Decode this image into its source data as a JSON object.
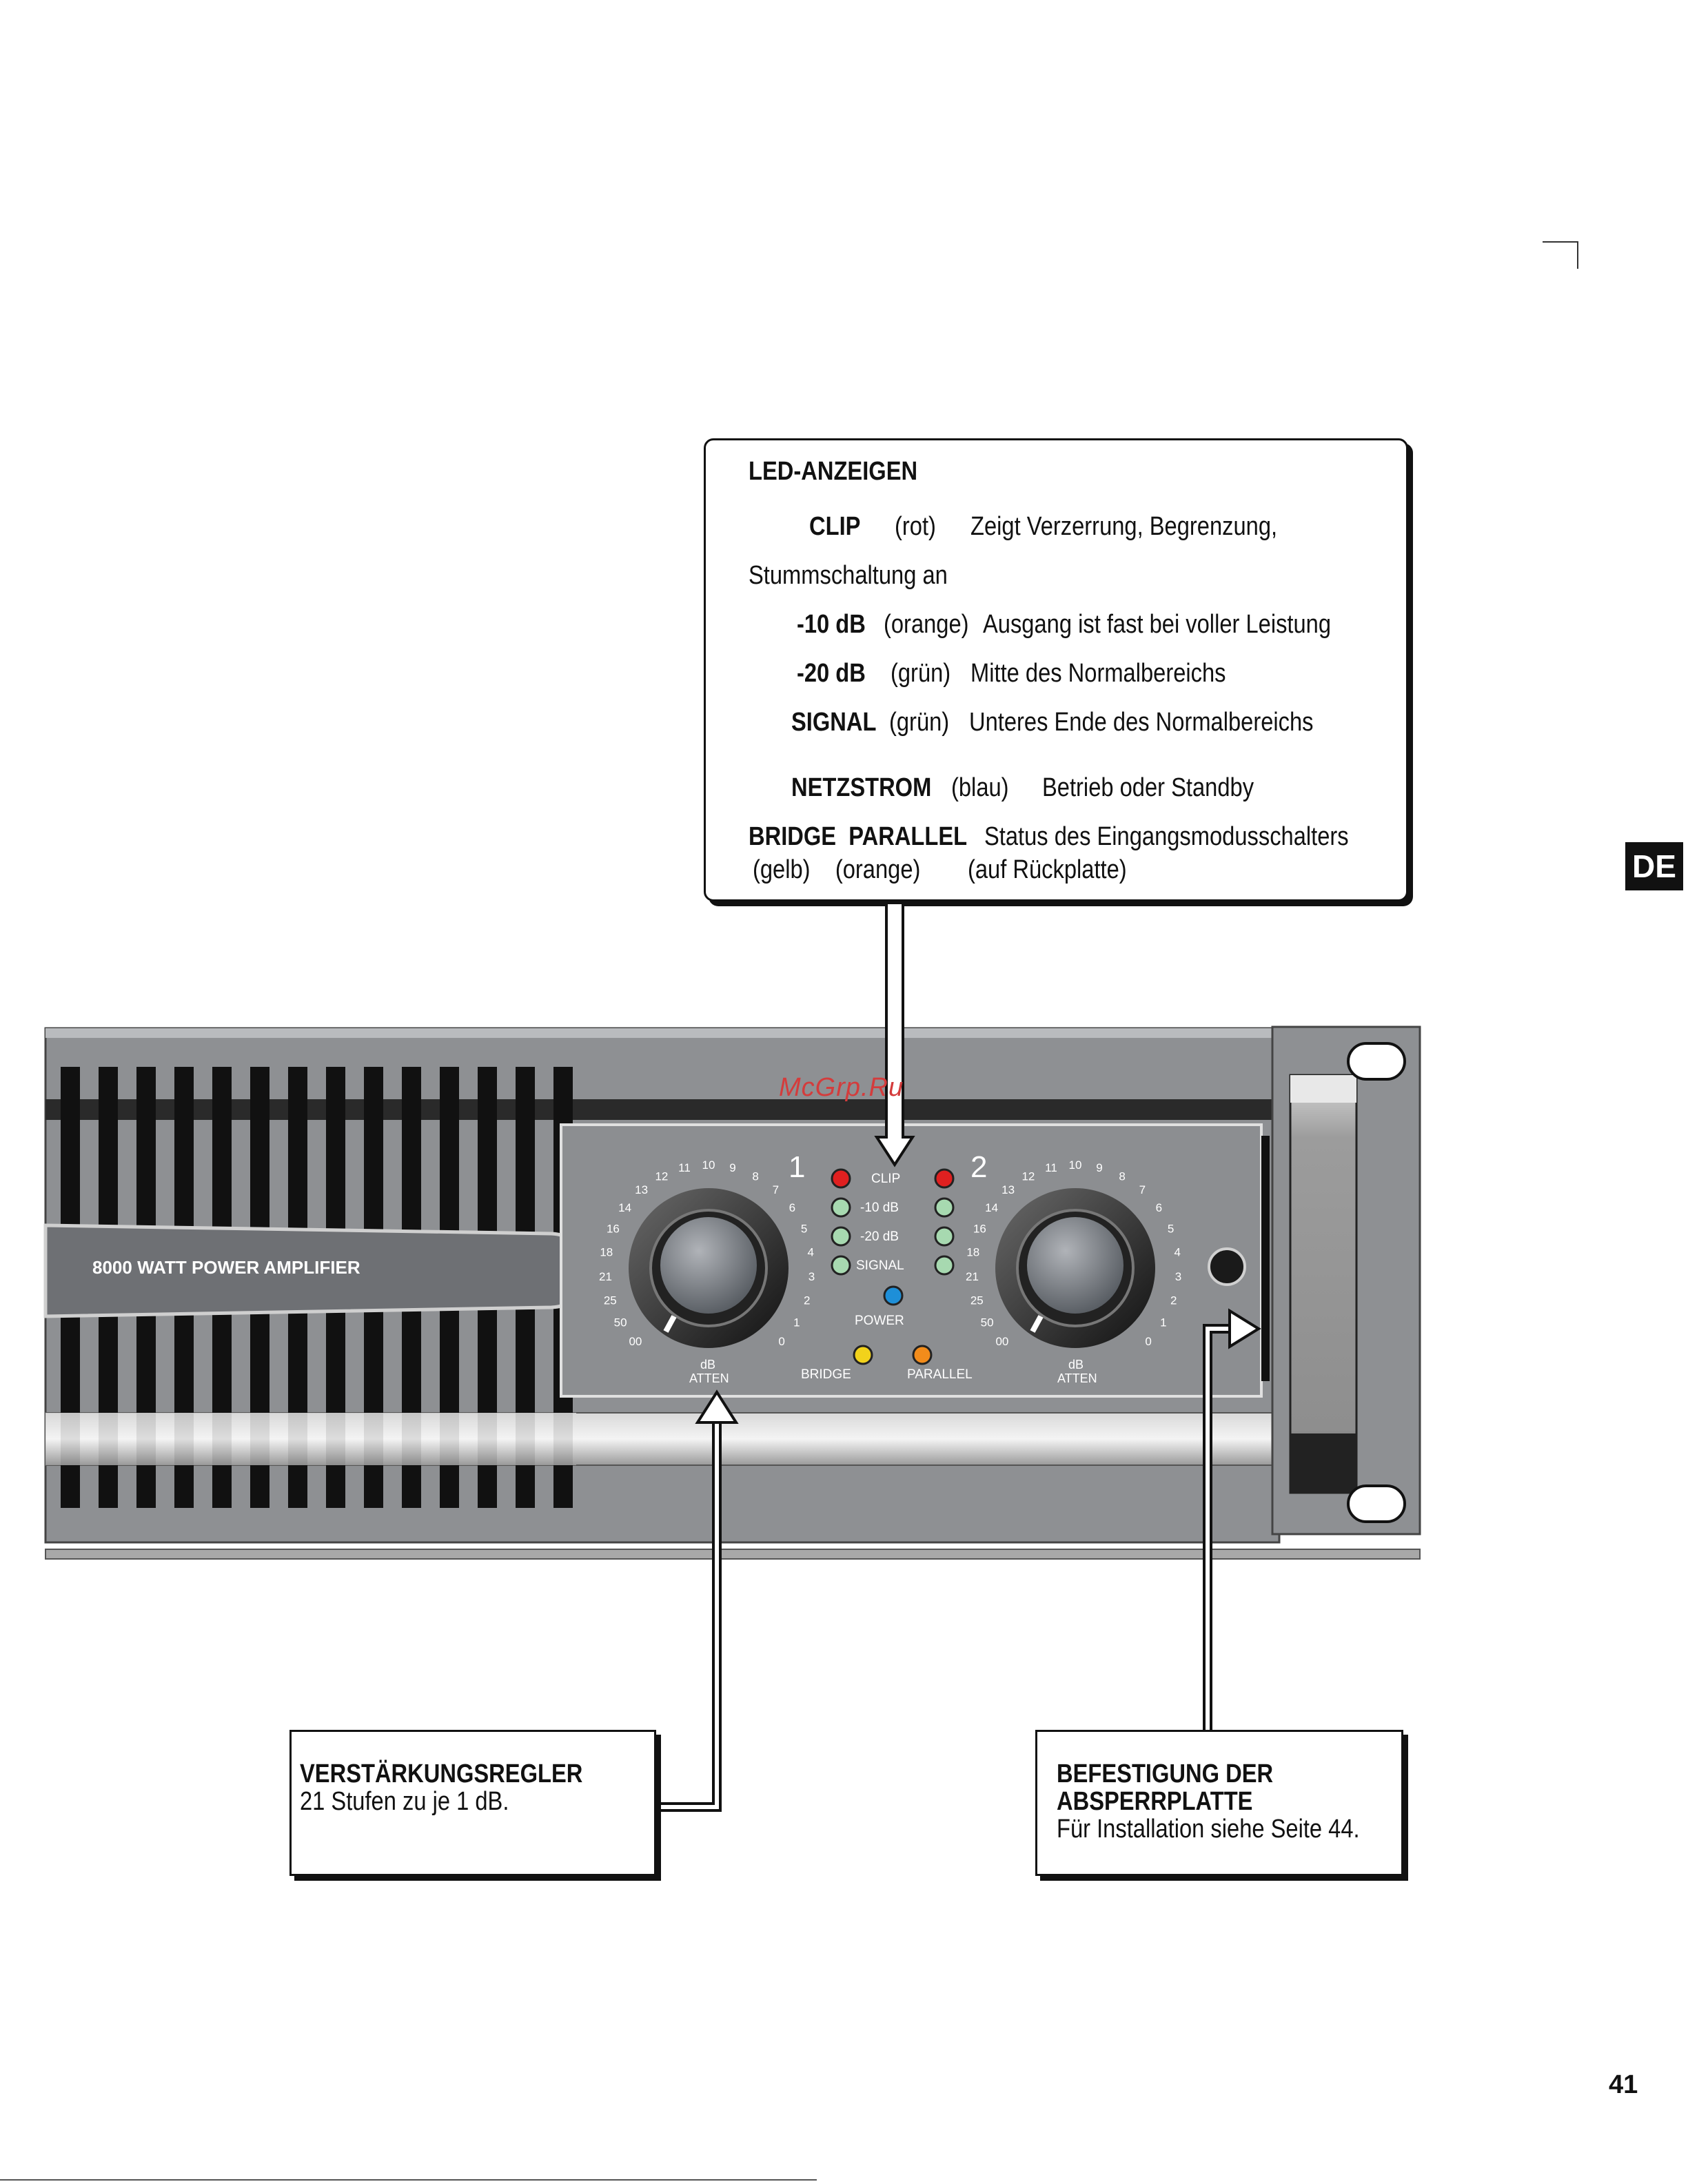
{
  "led_callout": {
    "title": "LED-ANZEIGEN",
    "rows": [
      {
        "key": "CLIP",
        "color": "(rot)",
        "desc": "Zeigt Verzerrung, Begrenzung,"
      },
      {
        "continuation": "Stummschaltung an"
      },
      {
        "key": "-10 dB",
        "color": "(orange)",
        "desc": "Ausgang ist fast bei voller Leistung"
      },
      {
        "key": "-20 dB",
        "color": "(grün)",
        "desc": "Mitte des Normalbereichs"
      },
      {
        "key": "SIGNAL",
        "color": "(grün)",
        "desc": "Unteres Ende des Normalbereichs"
      },
      {
        "key": "NETZSTROM",
        "color": "(blau)",
        "desc": "Betrieb oder Standby"
      }
    ],
    "bridge_parallel": {
      "keys": "BRIDGE  PARALLEL",
      "desc": "Status des Eingangsmodusschalters",
      "colors": "(gelb)    (orange)",
      "note": "(auf Rückplatte)"
    }
  },
  "gain_callout": {
    "title": "VERSTÄRKUNGSREGLER",
    "text": "21 Stufen zu je 1 dB."
  },
  "plate_callout": {
    "title_line1": "BEFESTIGUNG DER",
    "title_line2": "ABSPERRPLATTE",
    "text": "Für Installation siehe Seite 44."
  },
  "amplifier": {
    "model_label": "8000 WATT POWER AMPLIFIER",
    "channel_1": "1",
    "channel_2": "2",
    "led_labels": [
      "CLIP",
      "-10 dB",
      "-20 dB",
      "SIGNAL"
    ],
    "power_label": "POWER",
    "bridge_label": "BRIDGE",
    "parallel_label": "PARALLEL",
    "knob_scale": [
      "00",
      "50",
      "25",
      "21",
      "18",
      "16",
      "14",
      "13",
      "12",
      "11",
      "10",
      "9",
      "8",
      "7",
      "6",
      "5",
      "4",
      "3",
      "2",
      "1",
      "0"
    ],
    "knob_label_1": "dB",
    "knob_label_2": "ATTEN",
    "colors": {
      "clip": "#e02020",
      "green": "#3fa84a",
      "power": "#1e8fd8",
      "bridge": "#f2d21b",
      "parallel": "#f28c1b"
    }
  },
  "language_tab": "DE",
  "page_number": "41",
  "watermark": "McGrp.Ru"
}
